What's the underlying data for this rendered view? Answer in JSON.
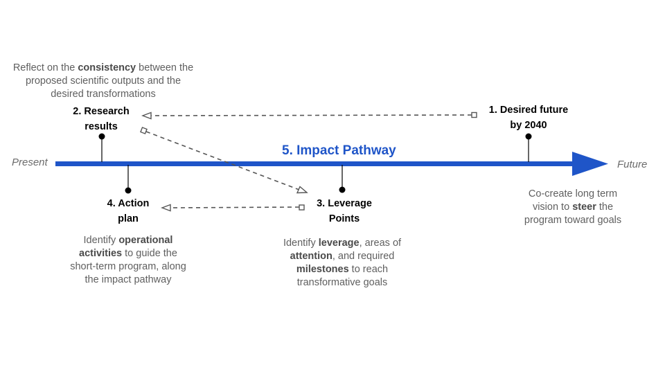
{
  "timeline": {
    "start_label": "Present",
    "end_label": "Future",
    "title": "5. Impact Pathway",
    "line_color": "#1f55c8"
  },
  "nodes": {
    "desired_future": {
      "title_line1": "1. Desired future",
      "title_line2": "by 2040",
      "desc": [
        "Co-create long term",
        "vision to ",
        "steer",
        " the",
        "program toward goals"
      ]
    },
    "research_results": {
      "title_line1": "2. Research",
      "title_line2": "results",
      "desc": [
        "Reflect on the ",
        "consistency",
        " between the",
        "proposed scientific outputs and the",
        "desired transformations"
      ]
    },
    "leverage_points": {
      "title_line1": "3. Leverage",
      "title_line2": "Points",
      "desc": [
        "Identify ",
        "leverage",
        ", areas of",
        "attention",
        ", and required",
        "milestones",
        " to reach",
        "transformative goals"
      ]
    },
    "action_plan": {
      "title_line1": "4. Action",
      "title_line2": "plan",
      "desc": [
        "Identify ",
        "operational",
        "activities",
        " to guide the",
        "short-term program, along",
        "the impact pathway"
      ]
    }
  }
}
